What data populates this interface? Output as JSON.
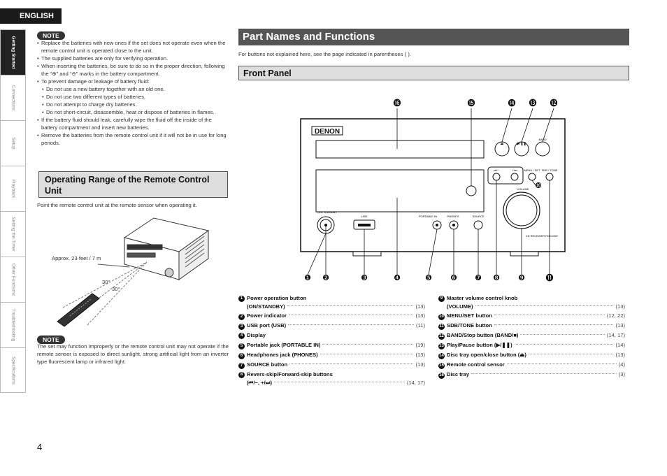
{
  "header": {
    "language": "ENGLISH"
  },
  "side_tabs": [
    "Getting Started",
    "Connections",
    "Setup",
    "Playback",
    "Setting the Timer",
    "Other Functions",
    "Troubleshooting",
    "Specifications"
  ],
  "note1": {
    "badge": "NOTE",
    "items": [
      {
        "text": "Replace the batteries with new ones if the set does not operate even when the remote control unit is operated close to the unit.",
        "sub": false
      },
      {
        "text": "The supplied batteries are only for verifying operation.",
        "sub": false
      },
      {
        "text": "When inserting the batteries, be sure to do so in the proper direction, following the “⊕” and “⊖” marks in the battery compartment.",
        "sub": false
      },
      {
        "text": "To prevent damage or leakage of battery fluid:",
        "sub": false
      },
      {
        "text": "Do not use a new battery together with an old one.",
        "sub": true
      },
      {
        "text": "Do not use two different types of batteries.",
        "sub": true
      },
      {
        "text": "Do not attempt to charge dry batteries.",
        "sub": true
      },
      {
        "text": "Do not short-circuit, disassemble, heat or dispose of batteries in flames.",
        "sub": true
      },
      {
        "text": "If the battery fluid should leak, carefully wipe the fluid off the inside of the battery compartment and insert new batteries.",
        "sub": false
      },
      {
        "text": "Remove the batteries from the remote control unit if it will not be in use for long periods.",
        "sub": false
      }
    ]
  },
  "operating_range": {
    "heading": "Operating Range of the Remote Control Unit",
    "text": "Point the remote control unit at the remote sensor when operating it.",
    "distance_label": "Approx. 23 feet / 7 m",
    "angle_label_1": "30°",
    "angle_label_2": "30°"
  },
  "note2": {
    "badge": "NOTE",
    "text": "The set may function improperly or the remote control unit may not operate if the remote sensor is exposed to direct sunlight, strong artificial light from an inverter type fluorescent lamp or infrared light."
  },
  "main": {
    "title": "Part Names and Functions",
    "intro": "For buttons not explained here, see the page indicated in parentheses (  ).",
    "front_panel_heading": "Front Panel"
  },
  "diagram": {
    "brand": "DENON",
    "labels": {
      "on_standby": "ON / STANDBY",
      "usb": "USB",
      "portable_in": "PORTABLE IN",
      "phones": "PHONES",
      "source": "SOURCE",
      "menu_set": "MENU / SET",
      "sdb_tone": "SDB / TONE",
      "volume": "VOLUME",
      "band": "BAND",
      "model": "CD RECEIVER RCD-M37"
    },
    "callouts_top": [
      "⓰",
      "⓯",
      "⓮",
      "⓭",
      "⓬"
    ],
    "callouts_bottom": [
      "❶",
      "❷",
      "❸",
      "❹",
      "❺",
      "❻",
      "❼",
      "❽",
      "❾",
      "⓫"
    ],
    "callout_side": "❿"
  },
  "parts_left": [
    {
      "num": "1",
      "label": "Power operation button",
      "label2": "(ON/STANDBY)",
      "page": "(13)"
    },
    {
      "num": "2",
      "label": "Power indicator",
      "page": "(13)"
    },
    {
      "num": "3",
      "label": "USB port (USB)",
      "page": "(11)"
    },
    {
      "num": "4",
      "label": "Display",
      "page": ""
    },
    {
      "num": "5",
      "label": "Portable jack (PORTABLE IN)",
      "page": "(19)"
    },
    {
      "num": "6",
      "label": "Headphones jack (PHONES)",
      "page": "(13)"
    },
    {
      "num": "7",
      "label": "SOURCE button",
      "page": "(13)"
    },
    {
      "num": "8",
      "label": "Revers-skip/Forward-skip buttons",
      "label2": "(⏮/−, +/⏭)",
      "page": "(14, 17)"
    }
  ],
  "parts_right": [
    {
      "num": "9",
      "label": "Master volume control knob",
      "label2": "(VOLUME)",
      "page": "(13)"
    },
    {
      "num": "10",
      "label": "MENU/SET button",
      "page": "(12, 22)"
    },
    {
      "num": "11",
      "label": "SDB/TONE button",
      "page": "(13)"
    },
    {
      "num": "12",
      "label": "BAND/Stop button (BAND/■)",
      "page": "(14, 17)"
    },
    {
      "num": "13",
      "label": "Play/Pause button (▶/❚❚)",
      "page": "(14)"
    },
    {
      "num": "14",
      "label": "Disc tray open/close button (⏏)",
      "page": "(13)"
    },
    {
      "num": "15",
      "label": "Remote control sensor",
      "page": "(4)"
    },
    {
      "num": "16",
      "label": "Disc tray",
      "page": "(3)"
    }
  ],
  "page_number": "4"
}
